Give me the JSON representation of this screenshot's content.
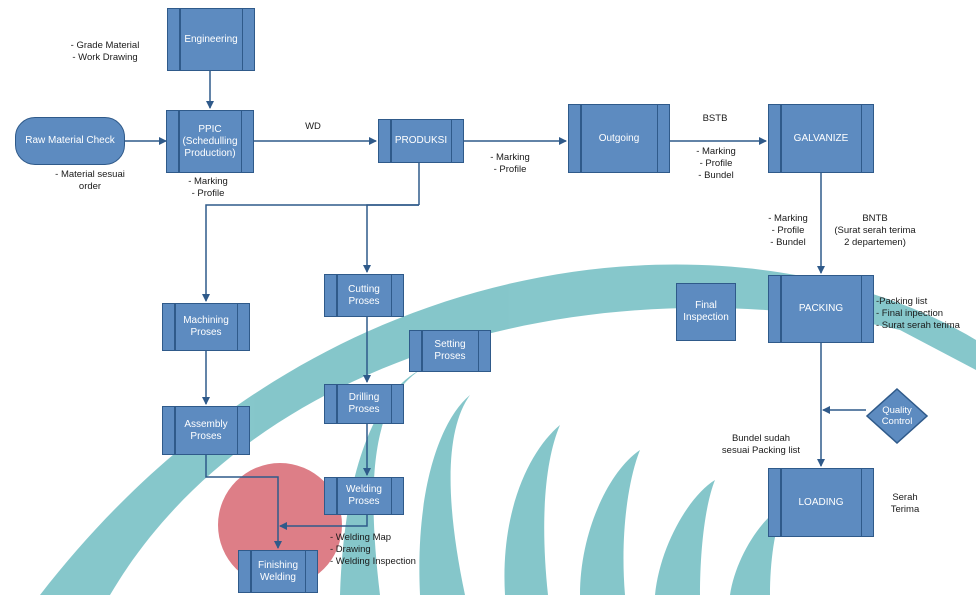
{
  "nodes": {
    "engineering": "Engineering",
    "raw_material": "Raw Material Check",
    "ppic": "PPIC\n(Schedulling\nProduction)",
    "produksi": "PRODUKSI",
    "outgoing": "Outgoing",
    "galvanize": "GALVANIZE",
    "cutting": "Cutting\nProses",
    "machining": "Machining\nProses",
    "setting": "Setting\nProses",
    "final_inspection": "Final\nInspection",
    "packing": "PACKING",
    "drilling": "Drilling\nProses",
    "assembly": "Assembly\nProses",
    "quality_control": "Quality\nControl",
    "welding": "Welding\nProses",
    "finishing": "Finishing\nWelding",
    "loading": "LOADING"
  },
  "labels": {
    "grade_material": "- Grade Material\n- Work Drawing",
    "material_sesuai": "- Material sesuai\norder",
    "wd": "WD",
    "ppic_marking": "- Marking\n- Profile",
    "produksi_marking": "- Marking\n- Profile",
    "bstb": "BSTB",
    "outgoing_marking": "- Marking\n- Profile\n- Bundel",
    "galv_marking": "- Marking\n- Profile\n- Bundel",
    "bntb": "BNTB\n(Surat serah terima\n2 departemen)",
    "packing_list": "-Packing list\n- Final inpection\n- Surat serah terima",
    "bundel_sudah": "Bundel sudah\nsesuai Packing list",
    "serah_terima": "Serah\nTerima",
    "welding_map": "- Welding Map\n- Drawing\n- Welding Inspection"
  },
  "colors": {
    "node_fill": "#5d8bc0",
    "node_border": "#2f5a8a",
    "arrow": "#2f5a8a",
    "watermark": "#7fc4c8",
    "highlight": "#d9707a"
  }
}
